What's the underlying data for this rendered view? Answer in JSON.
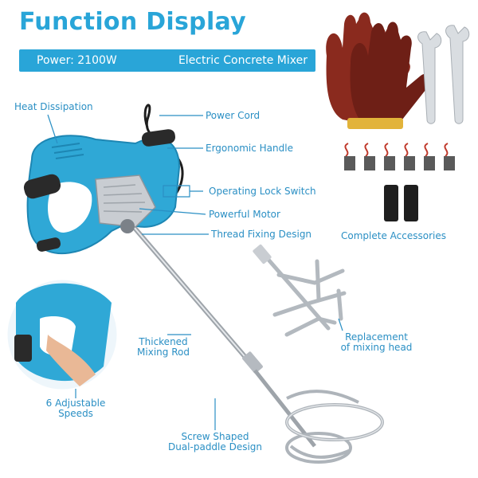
{
  "title": "Function Display",
  "banner": {
    "power": "Power: 2100W",
    "product": "Electric Concrete Mixer"
  },
  "labels": {
    "heat_dissipation": "Heat Dissipation",
    "power_cord": "Power Cord",
    "ergonomic_handle": "Ergonomic Handle",
    "operating_lock_switch": "Operating Lock Switch",
    "powerful_motor": "Powerful Motor",
    "thread_fixing": "Thread Fixing Design",
    "thickened_rod_1": "Thickened",
    "thickened_rod_2": "Mixing Rod",
    "adjustable_speeds_1": "6 Adjustable",
    "adjustable_speeds_2": "Speeds",
    "screw_paddle_1": "Screw Shaped",
    "screw_paddle_2": "Dual-paddle Design",
    "replacement_head_1": "Replacement",
    "replacement_head_2": "of mixing head",
    "complete_accessories": "Complete Accessories"
  },
  "colors": {
    "accent": "#29a5d8",
    "tool_body": "#2fa8d6",
    "grip": "#2a2a2a",
    "metal": "#c9cdd2"
  }
}
